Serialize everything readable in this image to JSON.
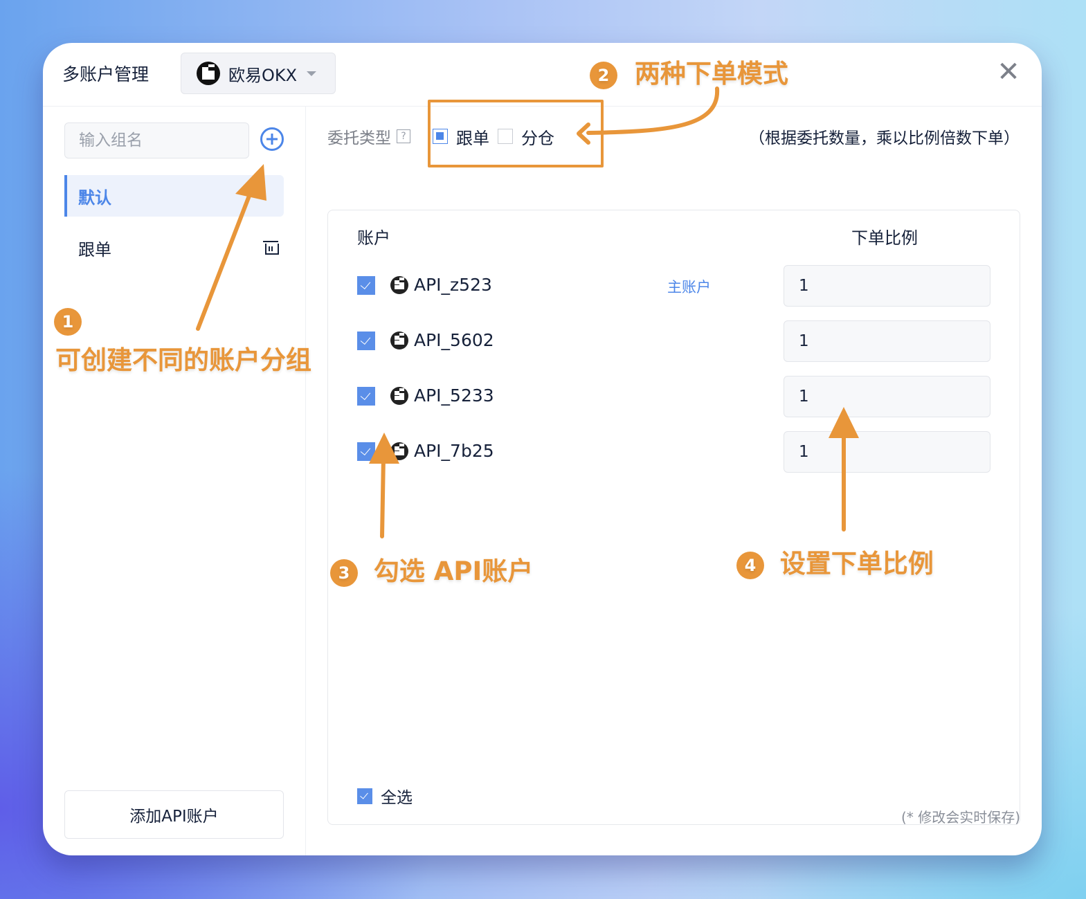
{
  "header": {
    "title": "多账户管理",
    "exchange": {
      "label": "欧易OKX",
      "icon": "okx-logo-icon"
    },
    "close_icon": "close-icon"
  },
  "sidebar": {
    "group_input": {
      "value": "",
      "placeholder": "输入组名"
    },
    "add_group_icon": "plus-circle-icon",
    "groups": [
      {
        "label": "默认",
        "active": true
      },
      {
        "label": "跟单",
        "active": false,
        "delete_icon": "trash-icon"
      }
    ],
    "add_api_button": "添加API账户"
  },
  "order_type": {
    "label": "委托类型",
    "help_icon": "?",
    "options": [
      {
        "label": "跟单",
        "selected": true
      },
      {
        "label": "分仓",
        "selected": false
      }
    ],
    "hint": "（根据委托数量，乘以比例倍数下单）"
  },
  "table": {
    "columns": {
      "account": "账户",
      "ratio": "下单比例"
    },
    "rows": [
      {
        "account": "API_z523",
        "checked": true,
        "badge": "主账户",
        "ratio": "1"
      },
      {
        "account": "API_5602",
        "checked": true,
        "badge": "",
        "ratio": "1"
      },
      {
        "account": "API_5233",
        "checked": true,
        "badge": "",
        "ratio": "1"
      },
      {
        "account": "API_7b25",
        "checked": true,
        "badge": "",
        "ratio": "1"
      }
    ],
    "select_all": {
      "label": "全选",
      "checked": true
    }
  },
  "save_note": "(* 修改会实时保存)",
  "annotations": [
    {
      "num": "1",
      "text": "可创建不同的账户分组"
    },
    {
      "num": "2",
      "text": "两种下单模式"
    },
    {
      "num": "3",
      "text": "勾选 API账户"
    },
    {
      "num": "4",
      "text": "设置下单比例"
    }
  ],
  "colors": {
    "accent": "#4c86e8",
    "annotation": "#e8963a",
    "text": "#16213a"
  }
}
